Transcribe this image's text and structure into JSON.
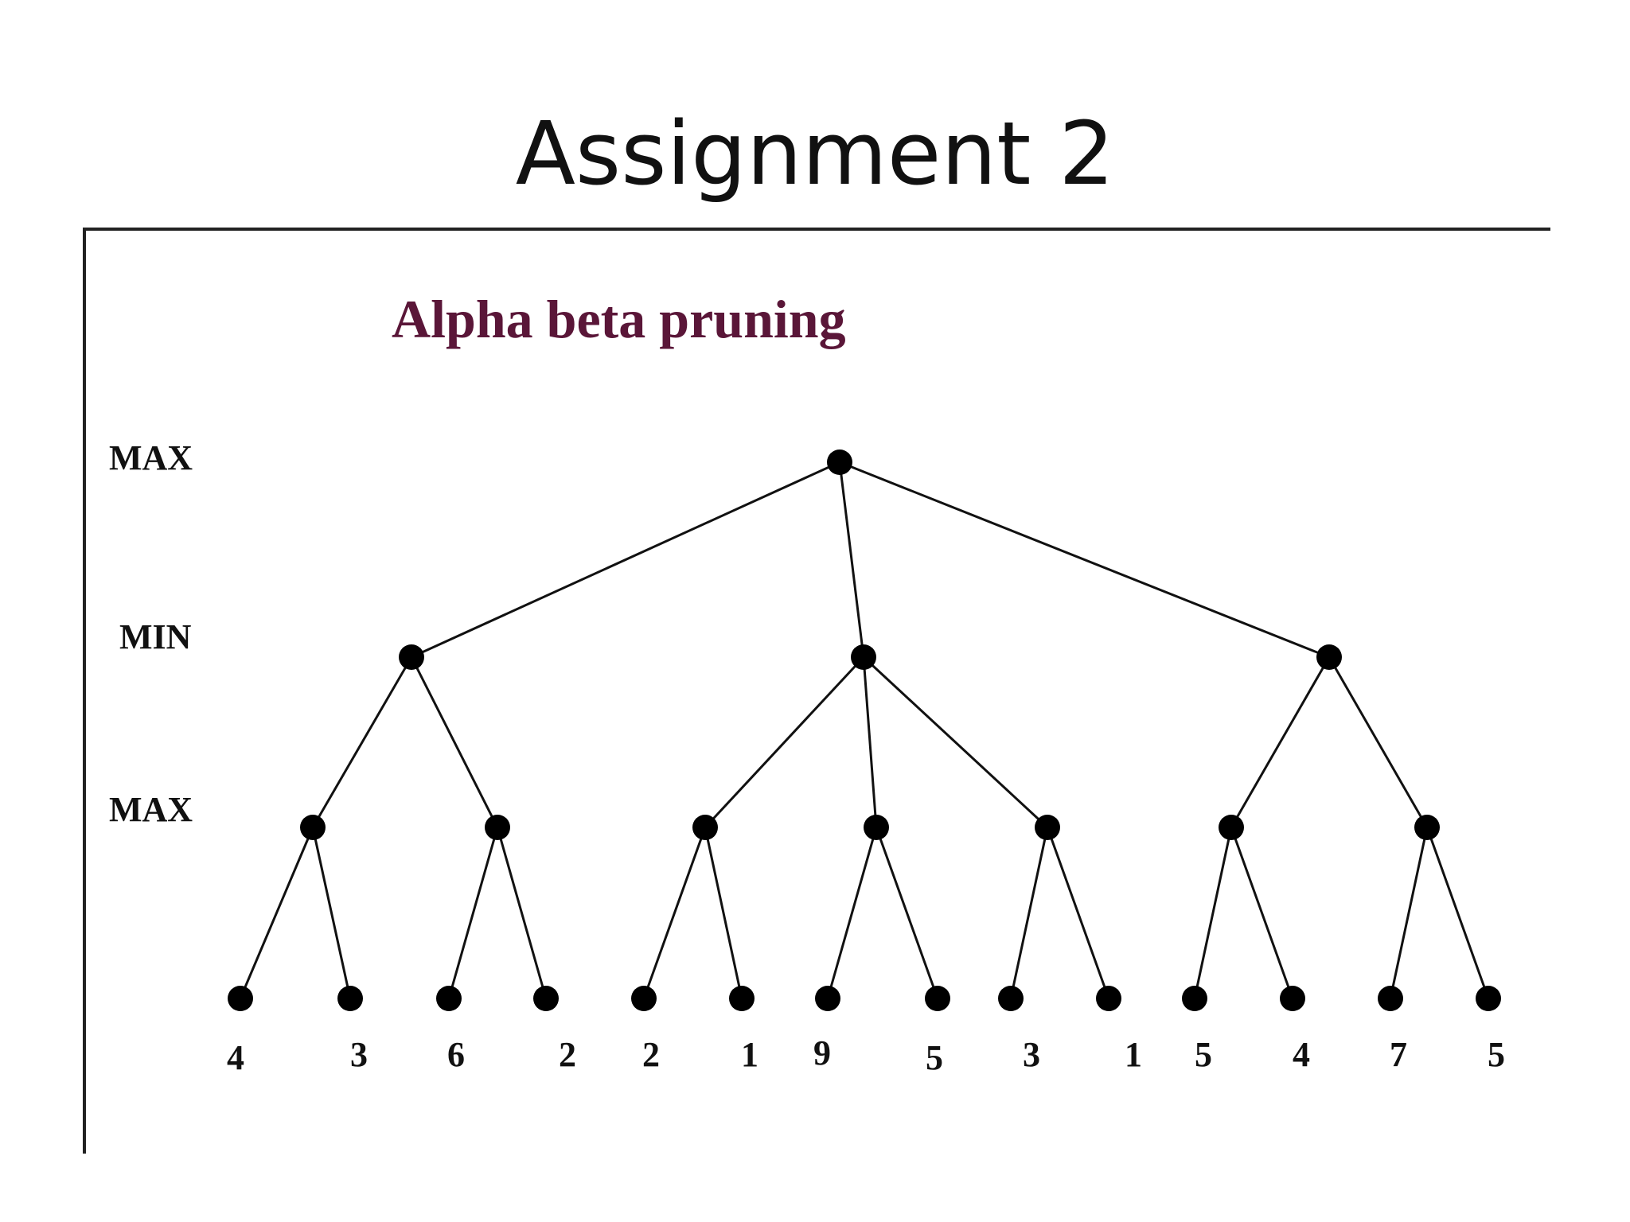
{
  "slide": {
    "title": "Assignment 2"
  },
  "figure": {
    "title": "Alpha beta pruning",
    "title_color": "#5a1638",
    "levels": [
      "MAX",
      "MIN",
      "MAX"
    ],
    "tree": {
      "children": [
        {
          "children": [
            {
              "children": [
                {
                  "value": "4"
                },
                {
                  "value": "3"
                }
              ]
            },
            {
              "children": [
                {
                  "value": "6"
                },
                {
                  "value": "2"
                }
              ]
            }
          ]
        },
        {
          "children": [
            {
              "children": [
                {
                  "value": "2"
                },
                {
                  "value": "1"
                }
              ]
            },
            {
              "children": [
                {
                  "value": "9"
                },
                {
                  "value": "5"
                }
              ]
            },
            {
              "children": [
                {
                  "value": "3"
                },
                {
                  "value": "1"
                }
              ]
            }
          ]
        },
        {
          "children": [
            {
              "children": [
                {
                  "value": "5"
                },
                {
                  "value": "4"
                }
              ]
            },
            {
              "children": [
                {
                  "value": "7"
                },
                {
                  "value": "5"
                }
              ]
            }
          ]
        }
      ]
    }
  }
}
